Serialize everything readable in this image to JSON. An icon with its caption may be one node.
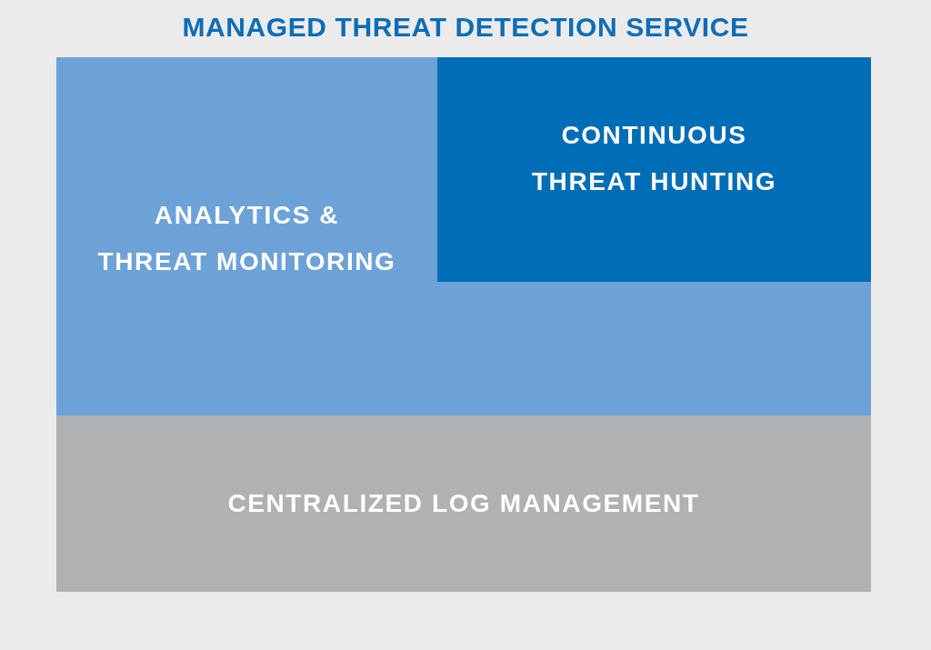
{
  "diagram": {
    "title": "MANAGED THREAT DETECTION SERVICE",
    "nodes": [
      {
        "text": [
          "ANALYTICS & THREAT MONITORING"
        ]
      },
      {
        "text": [
          "CONTINUOUS THREAT HUNTING"
        ],
        "in": 0
      },
      {
        "text": [
          "CENTRALIZED LOG MANAGEMENT"
        ]
      }
    ]
  }
}
